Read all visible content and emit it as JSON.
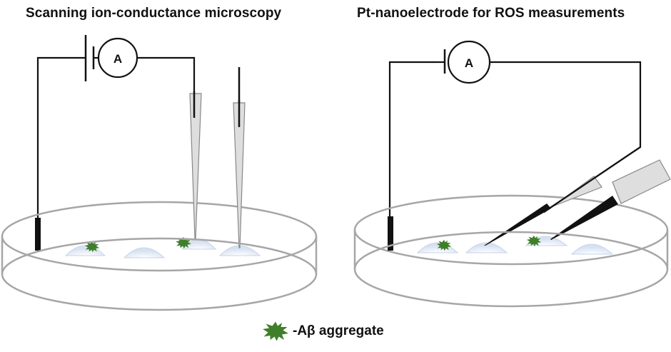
{
  "panels": {
    "left": {
      "title": "Scanning ion-conductance microscopy",
      "meter_symbol": "A"
    },
    "right": {
      "title": "Pt-nanoelectrode for ROS measurements",
      "meter_symbol": "A"
    }
  },
  "legend": {
    "icon": "amyloid-aggregate-icon",
    "label": "-Aβ aggregate"
  },
  "colors": {
    "wire": "#111111",
    "dish": "#a6a6a6",
    "pipette_fill": "#d9d9d9",
    "pipette_stroke": "#808080",
    "cell_fill": "#dbe5f4",
    "aggregate": "#3f7f2a"
  }
}
